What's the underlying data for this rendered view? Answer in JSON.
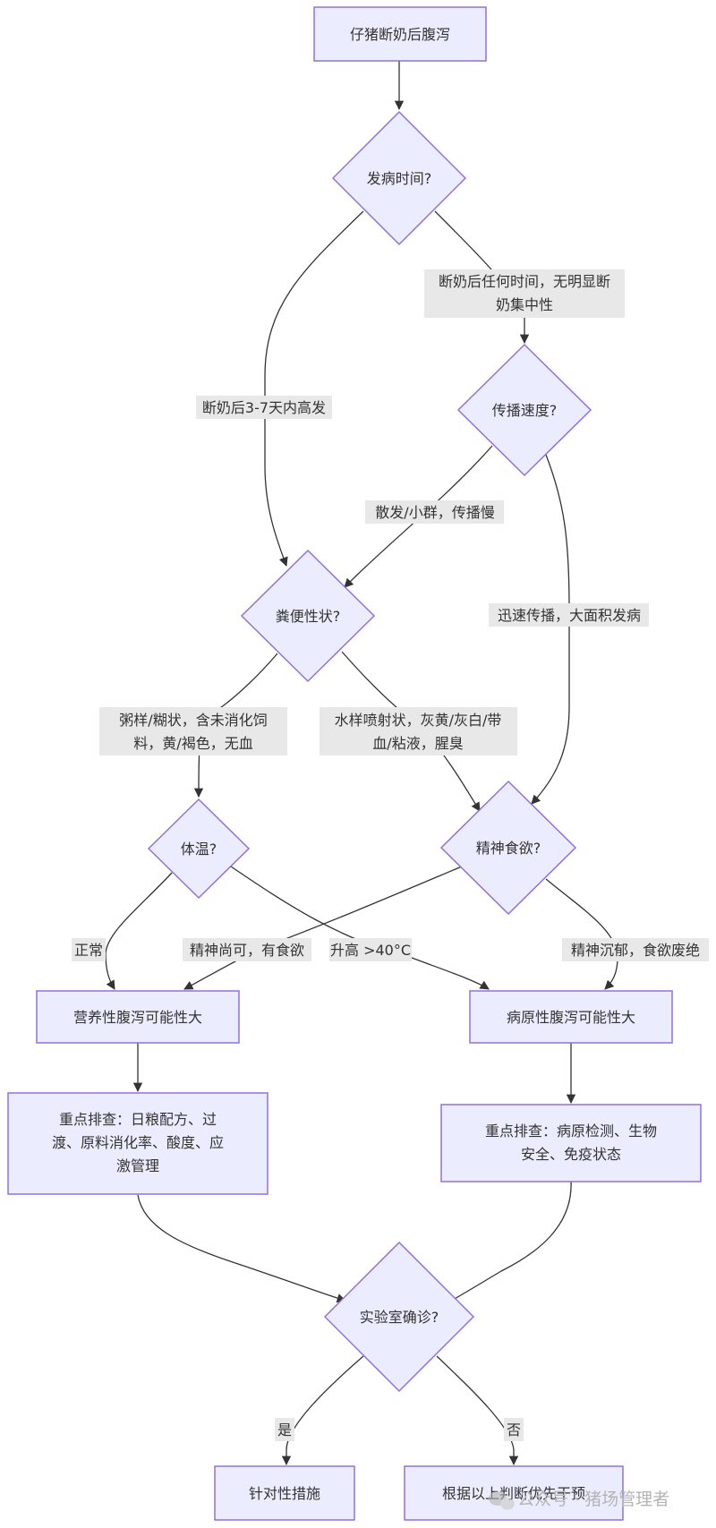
{
  "nodes": {
    "start": "仔猪断奶后腹泻",
    "onset": "发病时间?",
    "spread": "传播速度?",
    "stool": "粪便性状?",
    "temp": "体温?",
    "spirit": "精神食欲?",
    "nutritional": "营养性腹泻可能性大",
    "pathogenic": "病原性腹泻可能性大",
    "check_nutri": [
      "重点排查：日粮配方、过",
      "渡、原料消化率、酸度、应",
      "激管理"
    ],
    "check_patho": [
      "重点排查：病原检测、生物",
      "安全、免疫状态"
    ],
    "lab": "实验室确诊?",
    "targeted": "针对性措施",
    "prior": "根据以上判断优先干预"
  },
  "edges": {
    "within_3_7": "断奶后3-7天内高发",
    "anytime": [
      "断奶后任何时间，无明显断",
      "奶集中性"
    ],
    "sporadic": "散发/小群，传播慢",
    "rapid": "迅速传播，大面积发病",
    "porridge": [
      "粥样/糊状，含未消化饲",
      "料，黄/褐色，无血"
    ],
    "watery": [
      "水样喷射状，灰黄/灰白/带",
      "血/粘液，腥臭"
    ],
    "normal": "正常",
    "ok_appetite": "精神尚可，有食欲",
    "fever": "升高 >40°C",
    "depressed": "精神沉郁，食欲废绝",
    "yes": "是",
    "no": "否"
  },
  "watermark": "公众号 · 猪场管理者"
}
